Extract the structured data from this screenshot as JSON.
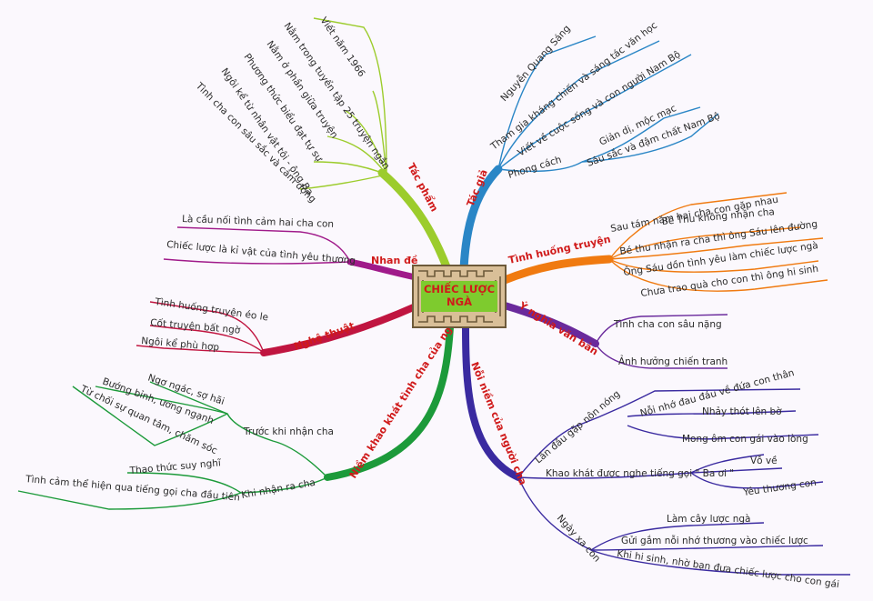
{
  "center": {
    "line1": "CHIẾC LƯỢC",
    "line2": "NGÀ"
  },
  "colors": {
    "tac_pham": "#9ccc2c",
    "tac_gia": "#2a86c6",
    "tinh_huong": "#f07a10",
    "y_nghia": "#6a2a9c",
    "noi_niem": "#3a2aa0",
    "niem_khao_khat": "#1c9a3a",
    "nghe_thuat": "#c01540",
    "nhan_de": "#a01a8a",
    "branch_label": "#d01a1a"
  },
  "branches": {
    "tac_pham": {
      "label": "Tác phẩm",
      "items": [
        "Viết năm 1966",
        "Nằm trong tuyển tập 25 truyện ngắn",
        "Nằm ở phần giữa truyện",
        "Phương thức biểu đạt tự sự",
        "Ngôi kể từ nhân vật tôi - ông Ba",
        "Tình cha con sâu sắc và cảm động"
      ]
    },
    "tac_gia": {
      "label": "Tác giả",
      "items": [
        "Nguyễn Quang Sáng",
        "Tham gia kháng chiến và sáng tác văn học",
        "Viết về cuộc sống và con người Nam Bộ",
        "Phong cách"
      ],
      "sub": [
        "Giản dị, mộc mạc",
        "Sâu sắc và đậm chất Nam Bộ"
      ]
    },
    "tinh_huong": {
      "label": "Tình huống truyện",
      "items": [
        "Sau tám năm hai cha con gặp nhau",
        "Bé Thu không nhận cha",
        "Bé thu nhận ra cha thì ông Sáu lên đường",
        "Ông Sáu dồn tình yêu làm chiếc lược ngà",
        "Chưa trao quà cho con thì ông hi sinh"
      ]
    },
    "y_nghia": {
      "label": "Ý nghĩa văn bản",
      "items": [
        "Tình cha con sâu nặng",
        "Ảnh hưởng chiến tranh"
      ]
    },
    "noi_niem": {
      "label": "Nỗi niềm của người cha",
      "groups": [
        {
          "label": "Lần đầu gặp nôn nóng",
          "items": [
            "Nỗi nhớ đau đáu về đứa con thân",
            "Nhảy thót lên bờ",
            "Mong ôm con gái vào lòng"
          ]
        },
        {
          "label": "Khao khát được nghe tiếng gọi \" Ba ơi \"",
          "items": [
            "Vỗ về",
            "Yêu thương con"
          ]
        },
        {
          "label": "Ngày xa con",
          "items": [
            "Làm cây lược ngà",
            "Gửi gắm nỗi nhớ thương vào chiếc lược",
            "Khi hi sinh, nhờ bạn đưa chiếc lược cho con gái"
          ]
        }
      ]
    },
    "niem_khao_khat": {
      "label": "Niềm khao khát tình cha của người con",
      "groups": [
        {
          "label": "Trước khi nhận cha",
          "items": [
            "Ngơ ngác, sợ hãi",
            "Bướng bỉnh, ương ngạnh",
            "Từ chối sự quan tâm, chăm sóc"
          ]
        },
        {
          "label": "Khi nhận ra cha",
          "items": [
            "Thao thức suy nghĩ",
            "Tình cảm thể hiện qua tiếng gọi cha đầu tiên"
          ]
        }
      ]
    },
    "nghe_thuat": {
      "label": "Nghệ thuật",
      "items": [
        "Tình huống truyện éo le",
        "Cốt truyện bất ngờ",
        "Ngôi kể phù hợp"
      ]
    },
    "nhan_de": {
      "label": "Nhan đề",
      "items": [
        "Là cầu nối tình cảm hai cha con",
        "Chiếc lược là kỉ vật của tình yêu thương"
      ]
    }
  }
}
